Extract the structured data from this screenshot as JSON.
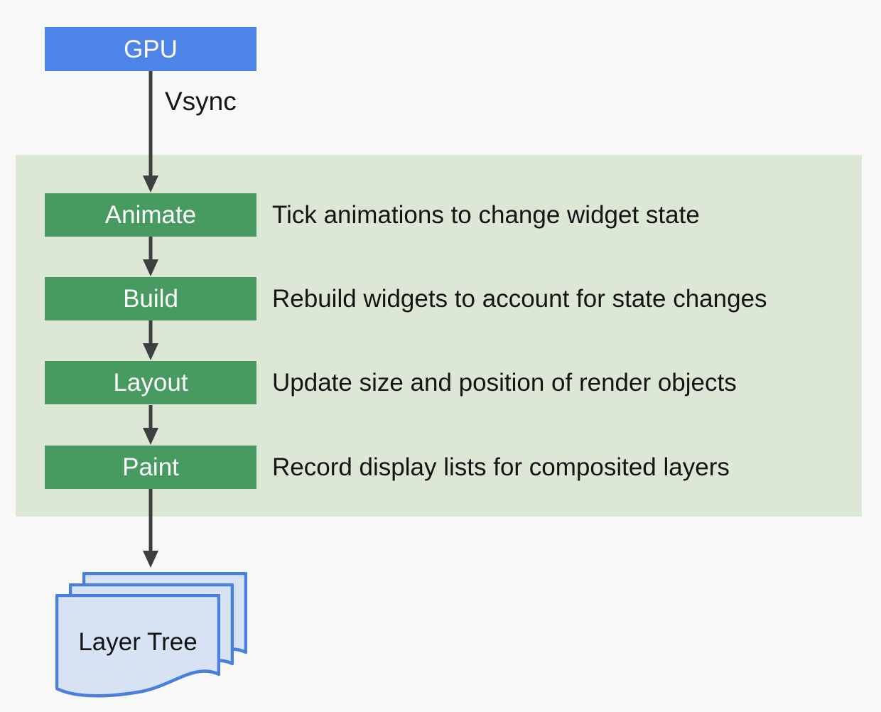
{
  "gpu": {
    "label": "GPU"
  },
  "vsync_label": "Vsync",
  "stages": [
    {
      "label": "Animate",
      "description": "Tick animations to change widget state"
    },
    {
      "label": "Build",
      "description": "Rebuild widgets to account for state changes"
    },
    {
      "label": "Layout",
      "description": "Update size and position of render objects"
    },
    {
      "label": "Paint",
      "description": "Record display lists for composited layers"
    }
  ],
  "output": {
    "label": "Layer Tree"
  },
  "colors": {
    "page-bg": "#f8f8f7",
    "band-bg": "#dce8d5",
    "stage-green": "#479a60",
    "gpu-blue": "#4e84e8",
    "arrow-gray": "#3d3f41",
    "sheet-fill": "#d7e3f5",
    "sheet-stroke": "#4a7fe0",
    "text-dark": "#141414",
    "box-text": "#ffffff"
  }
}
